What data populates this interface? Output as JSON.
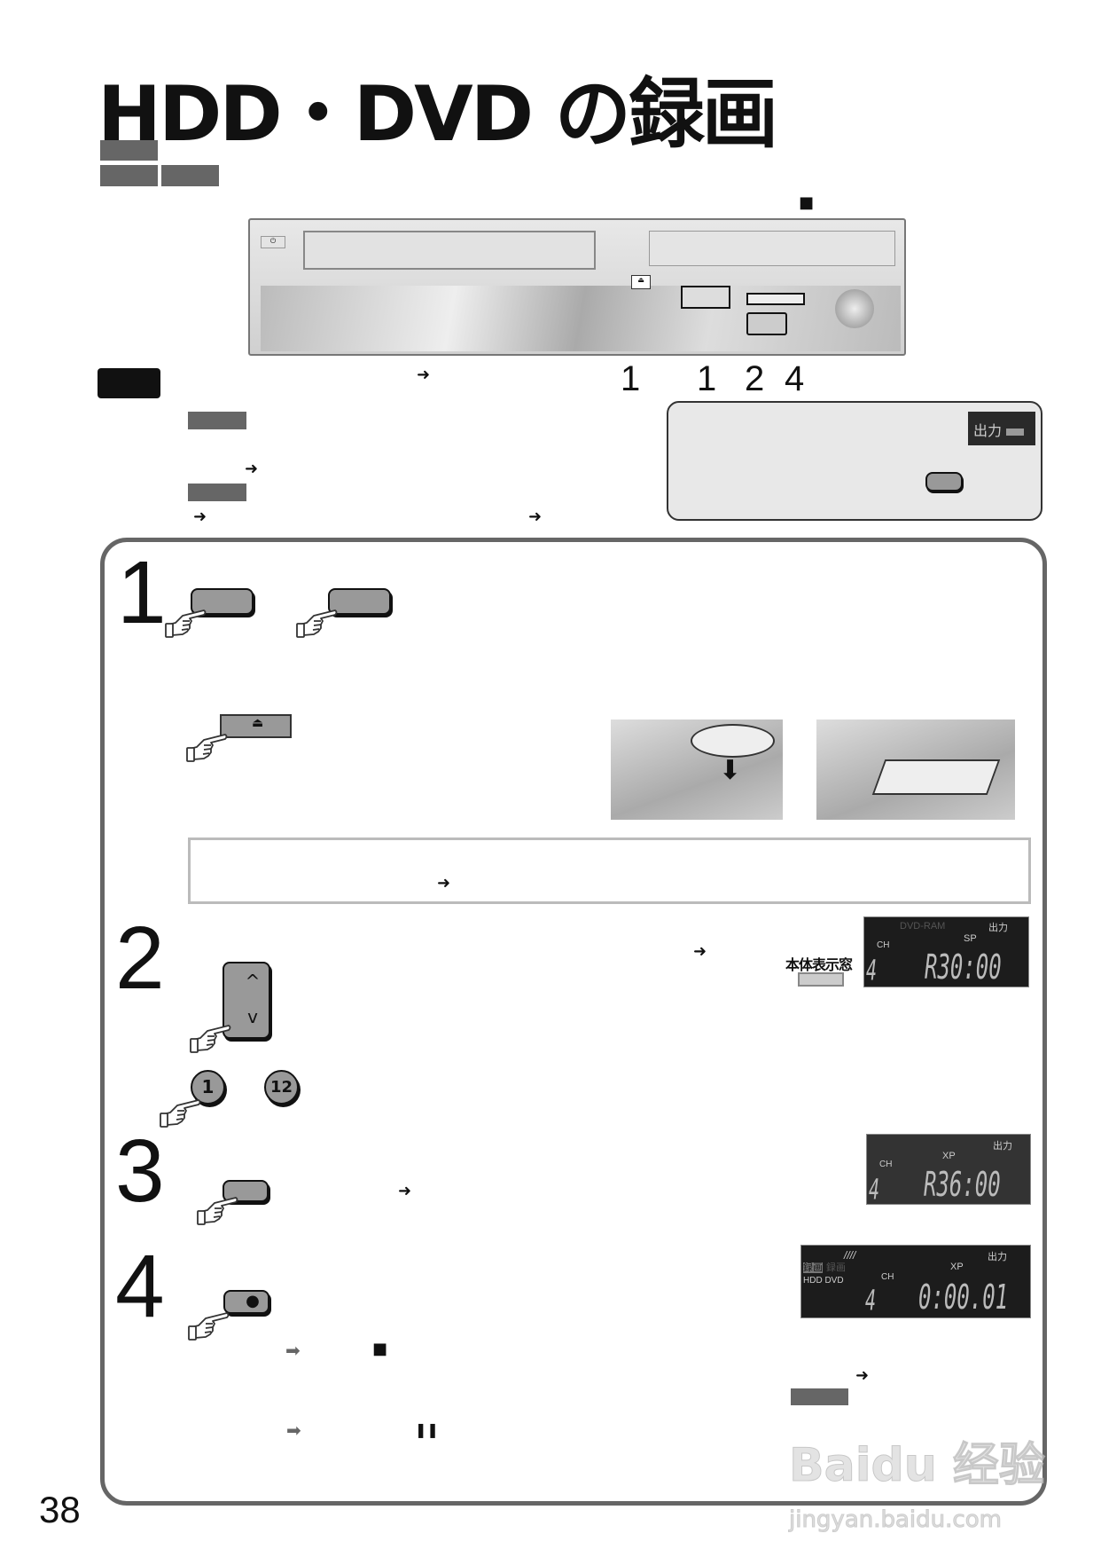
{
  "title": "HDD・DVD の録画",
  "device": {
    "stop_symbol": "■",
    "callout_numbers": [
      "1",
      "1",
      "2",
      "4"
    ]
  },
  "callout": {
    "output_label": "出力"
  },
  "intro": {
    "arrow": "➜"
  },
  "steps": [
    {
      "number": "1",
      "eject_symbol": "⏏"
    },
    {
      "number": "2",
      "channel_buttons": [
        "1",
        "12"
      ],
      "window_label": "本体表示窓"
    },
    {
      "number": "3"
    },
    {
      "number": "4",
      "record_symbol": "●",
      "stop_symbol": "■",
      "pause_symbol": "❚❚"
    }
  ],
  "displays": {
    "d1": {
      "disc": "DVD-RAM",
      "output": "出力",
      "mode": "SP",
      "ch_label": "CH",
      "ch": "4",
      "time": "R30:00"
    },
    "d2": {
      "output": "出力",
      "mode": "XP",
      "ch_label": "CH",
      "ch": "4",
      "time": "R36:00"
    },
    "d3": {
      "bars": "////",
      "rec": "録画",
      "rec2": "録画",
      "media": "HDD DVD",
      "output": "出力",
      "mode": "XP",
      "ch_label": "CH",
      "ch": "4",
      "time": "0:00.01"
    }
  },
  "page_number": "38",
  "watermark": {
    "logo": "Baidu 经验",
    "url": "jingyan.baidu.com"
  },
  "colors": {
    "label_gray": "#666666",
    "button_gray": "#999999",
    "lcd_bg": "#1c1c1c",
    "frame": "#666666"
  }
}
